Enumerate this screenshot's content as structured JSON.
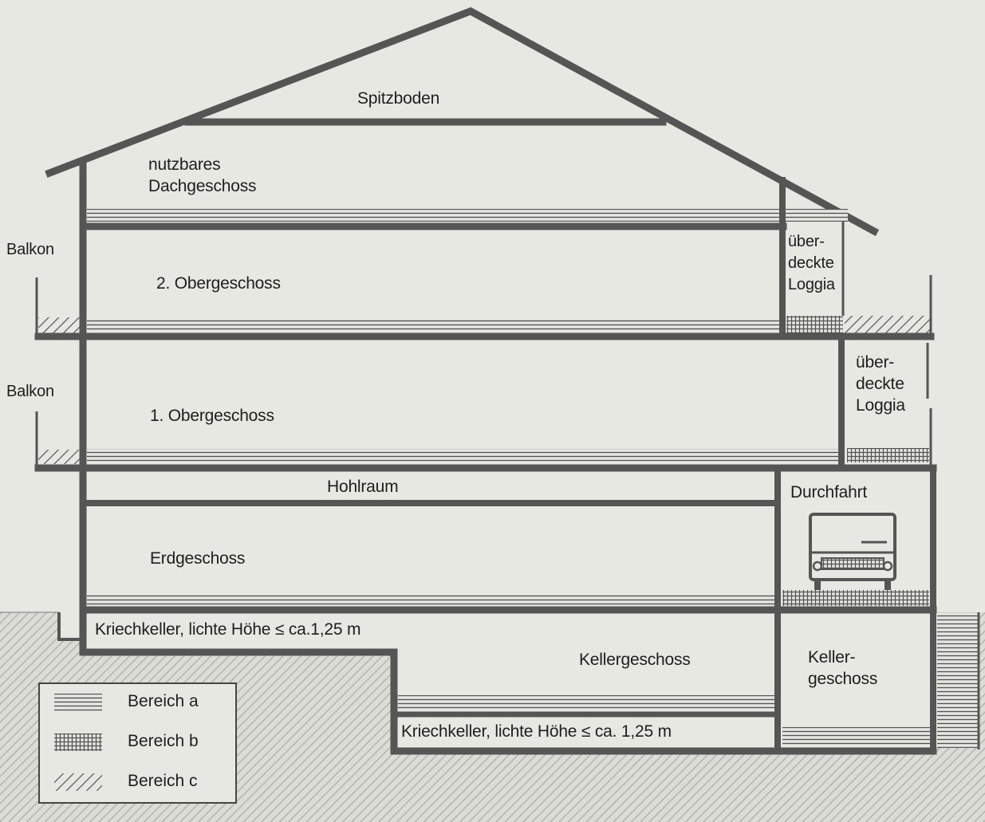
{
  "labels": {
    "spitzboden": "Spitzboden",
    "dachgeschoss": "nutzbares\nDachgeschoss",
    "og2": "2. Obergeschoss",
    "og1": "1. Obergeschoss",
    "hohlraum": "Hohlraum",
    "erdgeschoss": "Erdgeschoss",
    "durchfahrt": "Durchfahrt",
    "kriech1": "Kriechkeller, lichte Höhe ≤ ca.1,25 m",
    "kellergeschoss": "Kellergeschoss",
    "keller_right": "Keller-\ngeschoss",
    "kriech2": "Kriechkeller, lichte Höhe ≤ ca. 1,25 m",
    "balkon_top": "Balkon",
    "balkon_mid": "Balkon",
    "loggia_top": "über-\ndeckte\nLoggia",
    "loggia_mid": "über-\ndeckte\nLoggia"
  },
  "legend": [
    {
      "label": "Bereich a",
      "pattern": "horizontal-lines"
    },
    {
      "label": "Bereich b",
      "pattern": "grid"
    },
    {
      "label": "Bereich c",
      "pattern": "diagonal-hatch"
    }
  ],
  "colors": {
    "wall": "#555555",
    "paper": "#e8e8e2",
    "text": "#1e1e1e"
  }
}
